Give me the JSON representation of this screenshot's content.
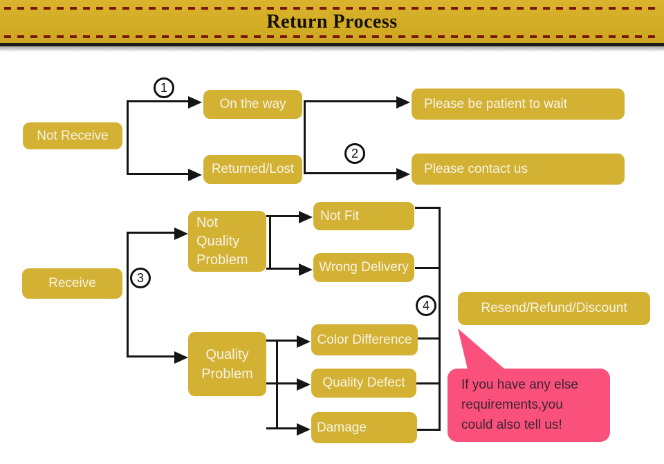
{
  "header": {
    "title": "Return Process",
    "banner_color": "#d4ad28",
    "dash_color": "#7b180d"
  },
  "colors": {
    "box_gold": "#d2b133",
    "box_text": "#f8f3e4",
    "connector": "#151515",
    "bubble_pink": "#fa517c",
    "bubble_text": "#3b2330"
  },
  "steps": [
    "1",
    "2",
    "3",
    "4"
  ],
  "nodes": {
    "not_receive": {
      "label": "Not Receive"
    },
    "on_the_way": {
      "label": "On the way"
    },
    "returned_lost": {
      "label": "Returned/Lost"
    },
    "please_wait": {
      "label": "Please be patient to wait"
    },
    "please_contact": {
      "label": "Please contact us"
    },
    "receive": {
      "label": "Receive"
    },
    "not_quality_problem": {
      "lines": [
        "Not",
        "Quality",
        "Problem"
      ]
    },
    "quality_problem": {
      "lines": [
        "Quality",
        "Problem"
      ]
    },
    "not_fit": {
      "label": "Not Fit"
    },
    "wrong_delivery": {
      "label": "Wrong Delivery"
    },
    "color_difference": {
      "label": "Color Difference"
    },
    "quality_defect": {
      "label": "Quality Defect"
    },
    "damage": {
      "label": "Damage"
    },
    "resend": {
      "label": "Resend/Refund/Discount"
    }
  },
  "bubble": {
    "lines": [
      "If you have any else",
      "requirements,you",
      "could also tell us!"
    ]
  }
}
